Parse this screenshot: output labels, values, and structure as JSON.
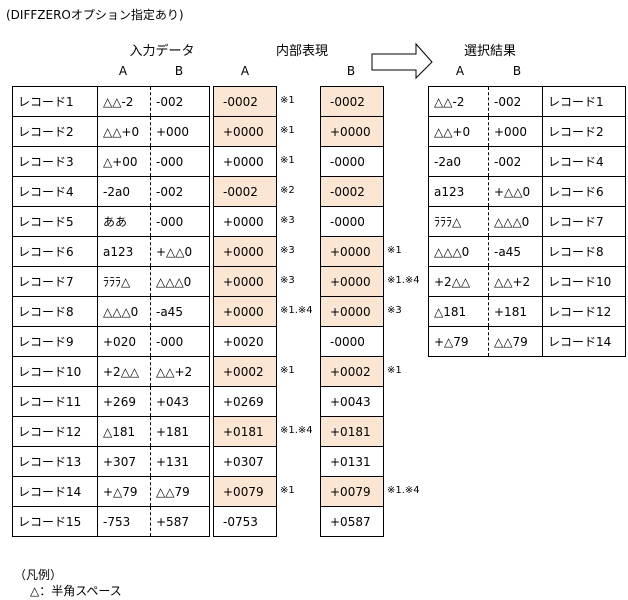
{
  "title": "(DIFFZEROオプション指定あり)",
  "headers": {
    "input": "入力データ",
    "internal": "内部表現",
    "result": "選択結果"
  },
  "col_a": "A",
  "col_b": "B",
  "highlight_color": "#fbe5d3",
  "input_rows": [
    {
      "rec": "レコード1",
      "a": "△△-2",
      "b": "-002"
    },
    {
      "rec": "レコード2",
      "a": "△△+0",
      "b": "+000"
    },
    {
      "rec": "レコード3",
      "a": "△+00",
      "b": "-000"
    },
    {
      "rec": "レコード4",
      "a": "-2a0",
      "b": "-002"
    },
    {
      "rec": "レコード5",
      "a": "ああ",
      "b": "-000"
    },
    {
      "rec": "レコード6",
      "a": "a123",
      "b": "+△△0"
    },
    {
      "rec": "レコード7",
      "a": "ﾗﾗﾗ△",
      "b": "△△△0"
    },
    {
      "rec": "レコード8",
      "a": "△△△0",
      "b": "-a45"
    },
    {
      "rec": "レコード9",
      "a": "+020",
      "b": "-000"
    },
    {
      "rec": "レコード10",
      "a": "+2△△",
      "b": "△△+2"
    },
    {
      "rec": "レコード11",
      "a": "+269",
      "b": "+043"
    },
    {
      "rec": "レコード12",
      "a": "△181",
      "b": "+181"
    },
    {
      "rec": "レコード13",
      "a": "+307",
      "b": "+131"
    },
    {
      "rec": "レコード14",
      "a": "+△79",
      "b": "△△79"
    },
    {
      "rec": "レコード15",
      "a": "-753",
      "b": "+587"
    }
  ],
  "internal_a": [
    {
      "v": "-0002",
      "hl": true,
      "note": "※1"
    },
    {
      "v": "+0000",
      "hl": true,
      "note": "※1"
    },
    {
      "v": "+0000",
      "hl": false,
      "note": "※1"
    },
    {
      "v": "-0002",
      "hl": true,
      "note": "※2"
    },
    {
      "v": "+0000",
      "hl": false,
      "note": "※3"
    },
    {
      "v": "+0000",
      "hl": true,
      "note": "※3"
    },
    {
      "v": "+0000",
      "hl": true,
      "note": "※3"
    },
    {
      "v": "+0000",
      "hl": true,
      "note": "※1.※4"
    },
    {
      "v": "+0020",
      "hl": false,
      "note": ""
    },
    {
      "v": "+0002",
      "hl": true,
      "note": "※1"
    },
    {
      "v": "+0269",
      "hl": false,
      "note": ""
    },
    {
      "v": "+0181",
      "hl": true,
      "note": "※1.※4"
    },
    {
      "v": "+0307",
      "hl": false,
      "note": ""
    },
    {
      "v": "+0079",
      "hl": true,
      "note": "※1"
    },
    {
      "v": "-0753",
      "hl": false,
      "note": ""
    }
  ],
  "internal_b": [
    {
      "v": "-0002",
      "hl": true,
      "note": ""
    },
    {
      "v": "+0000",
      "hl": true,
      "note": ""
    },
    {
      "v": "-0000",
      "hl": false,
      "note": ""
    },
    {
      "v": "-0002",
      "hl": true,
      "note": ""
    },
    {
      "v": "-0000",
      "hl": false,
      "note": ""
    },
    {
      "v": "+0000",
      "hl": true,
      "note": "※1"
    },
    {
      "v": "+0000",
      "hl": true,
      "note": "※1.※4"
    },
    {
      "v": "+0000",
      "hl": true,
      "note": "※3"
    },
    {
      "v": "-0000",
      "hl": false,
      "note": ""
    },
    {
      "v": "+0002",
      "hl": true,
      "note": "※1"
    },
    {
      "v": "+0043",
      "hl": false,
      "note": ""
    },
    {
      "v": "+0181",
      "hl": true,
      "note": ""
    },
    {
      "v": "+0131",
      "hl": false,
      "note": ""
    },
    {
      "v": "+0079",
      "hl": true,
      "note": "※1.※4"
    },
    {
      "v": "+0587",
      "hl": false,
      "note": ""
    }
  ],
  "result_rows": [
    {
      "a": "△△-2",
      "b": "-002",
      "rec": "レコード1"
    },
    {
      "a": "△△+0",
      "b": "+000",
      "rec": "レコード2"
    },
    {
      "a": "-2a0",
      "b": "-002",
      "rec": "レコード4"
    },
    {
      "a": "a123",
      "b": "+△△0",
      "rec": "レコード6"
    },
    {
      "a": "ﾗﾗﾗ△",
      "b": "△△△0",
      "rec": "レコード7"
    },
    {
      "a": "△△△0",
      "b": "-a45",
      "rec": "レコード8"
    },
    {
      "a": "+2△△",
      "b": "△△+2",
      "rec": "レコード10"
    },
    {
      "a": "△181",
      "b": "+181",
      "rec": "レコード12"
    },
    {
      "a": "+△79",
      "b": "△△79",
      "rec": "レコード14"
    }
  ],
  "legend": {
    "title": "（凡例）",
    "item": "△：半角スペース"
  }
}
